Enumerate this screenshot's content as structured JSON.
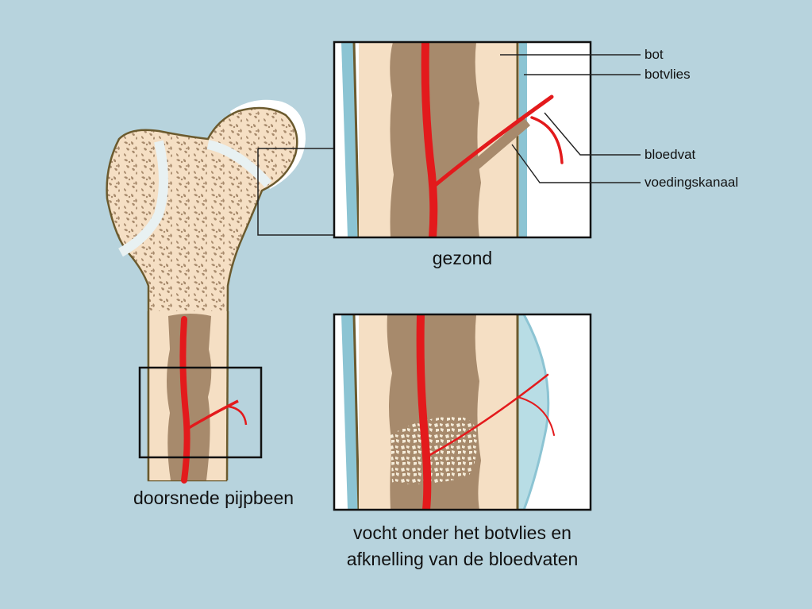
{
  "labels": {
    "bot": "bot",
    "botvlies": "botvlies",
    "bloedvat": "bloedvat",
    "voedingskanaal": "voedingskanaal"
  },
  "captions": {
    "healthy": "gezond",
    "bone_section": "doorsnede pijpbeen",
    "swollen_line1": "vocht onder het botvlies en",
    "swollen_line2": "afknelling van de bloedvaten"
  },
  "colors": {
    "background": "#b7d3dd",
    "bone": "#f5dfc4",
    "marrow": "#a78a6c",
    "spongy_bone": "#a78a6c",
    "blood_vessel": "#e31a1c",
    "periosteum_outline": "#6b5a2e",
    "fluid": "#8cc4d3",
    "cartilage": "#ffffff"
  }
}
